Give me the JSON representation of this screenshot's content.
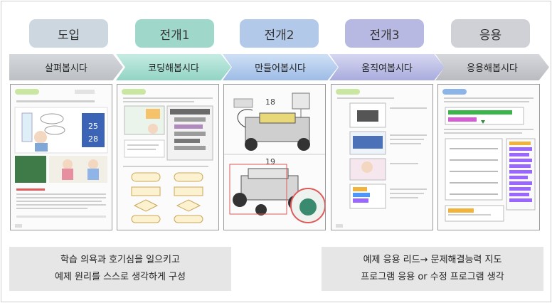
{
  "stages": [
    {
      "label": "도입"
    },
    {
      "label": "전개1"
    },
    {
      "label": "전개2"
    },
    {
      "label": "전개3"
    },
    {
      "label": "응용"
    }
  ],
  "steps": [
    {
      "label": "살펴봅시다"
    },
    {
      "label": "코딩해봅시다"
    },
    {
      "label": "만들어봅시다"
    },
    {
      "label": "움직여봅시다"
    },
    {
      "label": "응용해봅시다"
    }
  ],
  "pages": {
    "intro": {
      "number_label": "25",
      "number_label_2": "28"
    },
    "build": {
      "step_a": "18",
      "step_b": "19"
    }
  },
  "captions": {
    "left": {
      "line1": "학습 의욕과 호기심을 일으키고",
      "line2": "예제 원리를 스스로 생각하게 구성"
    },
    "right": {
      "line1": "예제 응용 리드→ 문제해결능력 지도",
      "line2": "프로그램 응용 or 수정 프로그램 생각"
    }
  }
}
